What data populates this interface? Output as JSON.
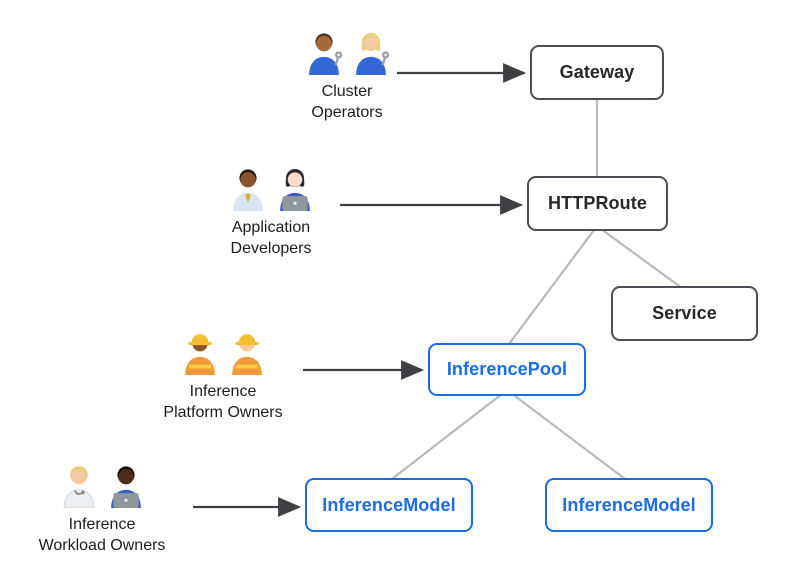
{
  "diagram": {
    "personas": [
      {
        "id": "cluster-operators",
        "label": "Cluster\nOperators",
        "emoji": "👨🏽‍🔧 👩🏼‍🔧",
        "icons": [
          "man-mechanic-emoji",
          "woman-mechanic-emoji"
        ]
      },
      {
        "id": "application-developers",
        "label": "Application\nDevelopers",
        "emoji": "👨🏾‍💼 👩🏻‍💻",
        "icons": [
          "man-office-worker-emoji",
          "woman-technologist-emoji"
        ]
      },
      {
        "id": "inference-platform-owners",
        "label": "Inference\nPlatform Owners",
        "emoji": "👷🏾‍♀️ 👷🏻",
        "icons": [
          "woman-construction-worker-emoji",
          "man-construction-worker-emoji"
        ]
      },
      {
        "id": "inference-workload-owners",
        "label": "Inference\nWorkload Owners",
        "emoji": "🧑🏼‍⚕️ 👨🏿‍💻",
        "icons": [
          "health-worker-emoji",
          "man-technologist-emoji"
        ]
      }
    ],
    "nodes": [
      {
        "id": "gateway",
        "label": "Gateway",
        "style": "dark"
      },
      {
        "id": "httproute",
        "label": "HTTPRoute",
        "style": "dark"
      },
      {
        "id": "service",
        "label": "Service",
        "style": "dark"
      },
      {
        "id": "inferencepool",
        "label": "InferencePool",
        "style": "blue"
      },
      {
        "id": "inferencemodel-1",
        "label": "InferenceModel",
        "style": "blue"
      },
      {
        "id": "inferencemodel-2",
        "label": "InferenceModel",
        "style": "blue"
      }
    ],
    "edges": [
      {
        "from": "cluster-operators",
        "to": "gateway",
        "type": "arrow"
      },
      {
        "from": "application-developers",
        "to": "httproute",
        "type": "arrow"
      },
      {
        "from": "inference-platform-owners",
        "to": "inferencepool",
        "type": "arrow"
      },
      {
        "from": "inference-workload-owners",
        "to": "inferencemodel-1",
        "type": "arrow"
      },
      {
        "from": "gateway",
        "to": "httproute",
        "type": "line"
      },
      {
        "from": "httproute",
        "to": "service",
        "type": "line"
      },
      {
        "from": "httproute",
        "to": "inferencepool",
        "type": "line"
      },
      {
        "from": "inferencepool",
        "to": "inferencemodel-1",
        "type": "line"
      },
      {
        "from": "inferencepool",
        "to": "inferencemodel-2",
        "type": "line"
      }
    ],
    "colors": {
      "node_border_dark": "#4b4e53",
      "node_text_dark": "#26282b",
      "node_blue": "#1a6ce8",
      "connector_gray": "#b9b9b9",
      "arrow_dark": "#3e4043",
      "background": "#ffffff"
    }
  }
}
